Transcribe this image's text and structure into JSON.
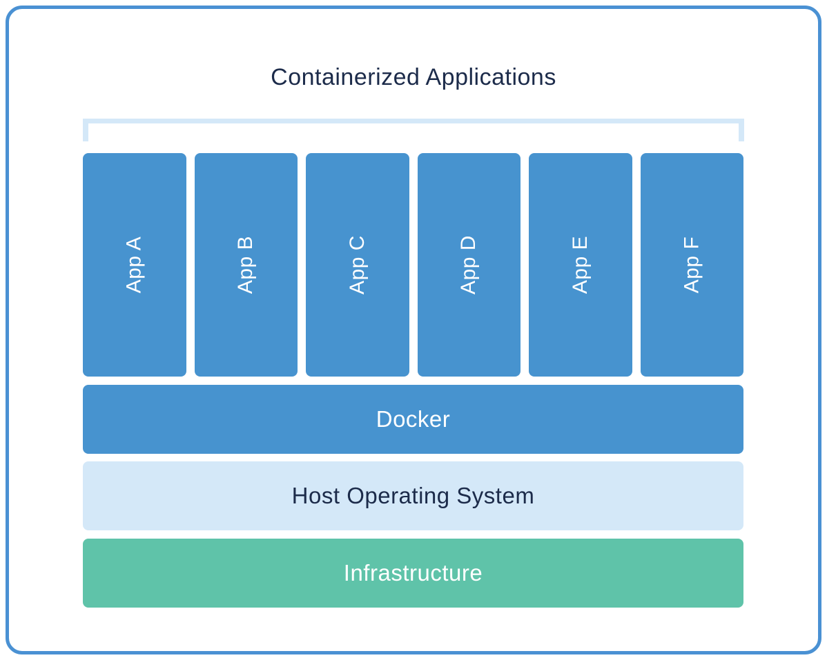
{
  "diagram": {
    "title": "Containerized Applications",
    "apps": [
      "App A",
      "App B",
      "App C",
      "App D",
      "App E",
      "App F"
    ],
    "layers": {
      "docker": "Docker",
      "host_os": "Host Operating System",
      "infrastructure": "Infrastructure"
    }
  },
  "colors": {
    "accent-blue": "#4793CF",
    "light-blue": "#D4E8F8",
    "green": "#5FC3A9",
    "navy": "#1C2B4A",
    "border-blue": "#4A91D3",
    "white": "#FFFFFF"
  }
}
